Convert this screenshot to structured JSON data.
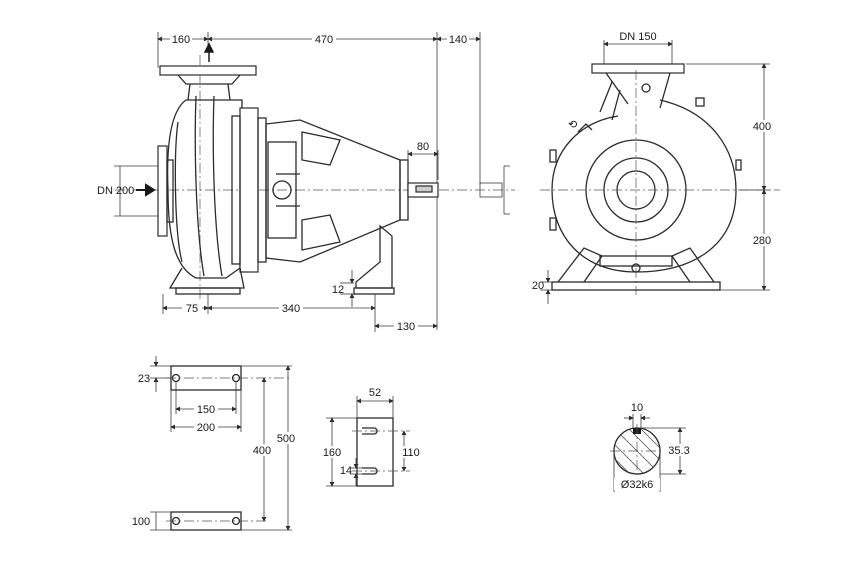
{
  "side_view": {
    "dim_suction_offset": "160",
    "dim_length": "470",
    "dim_shaft_ext": "140",
    "dim_shaft_len": "80",
    "label_suction": "DN 200",
    "dim_foot_height": "12",
    "dim_foot_offset": "75",
    "dim_foot_spacing": "340",
    "dim_rear": "130"
  },
  "front_view": {
    "label_discharge": "DN 150",
    "dim_upper": "400",
    "dim_lower": "280",
    "dim_base": "20"
  },
  "foot_plan": {
    "dim_hole_offset": "23",
    "dim_hole_spacing": "150",
    "dim_foot_width": "200",
    "dim_inner_span": "400",
    "dim_outer_span": "500",
    "dim_foot_depth": "100"
  },
  "bracket": {
    "dim_width": "52",
    "dim_height": "160",
    "dim_slot_spacing": "110",
    "dim_slot": "14"
  },
  "shaft_section": {
    "dim_key_width": "10",
    "dim_key_height": "35.3",
    "dim_diameter": "Ø32k6"
  }
}
